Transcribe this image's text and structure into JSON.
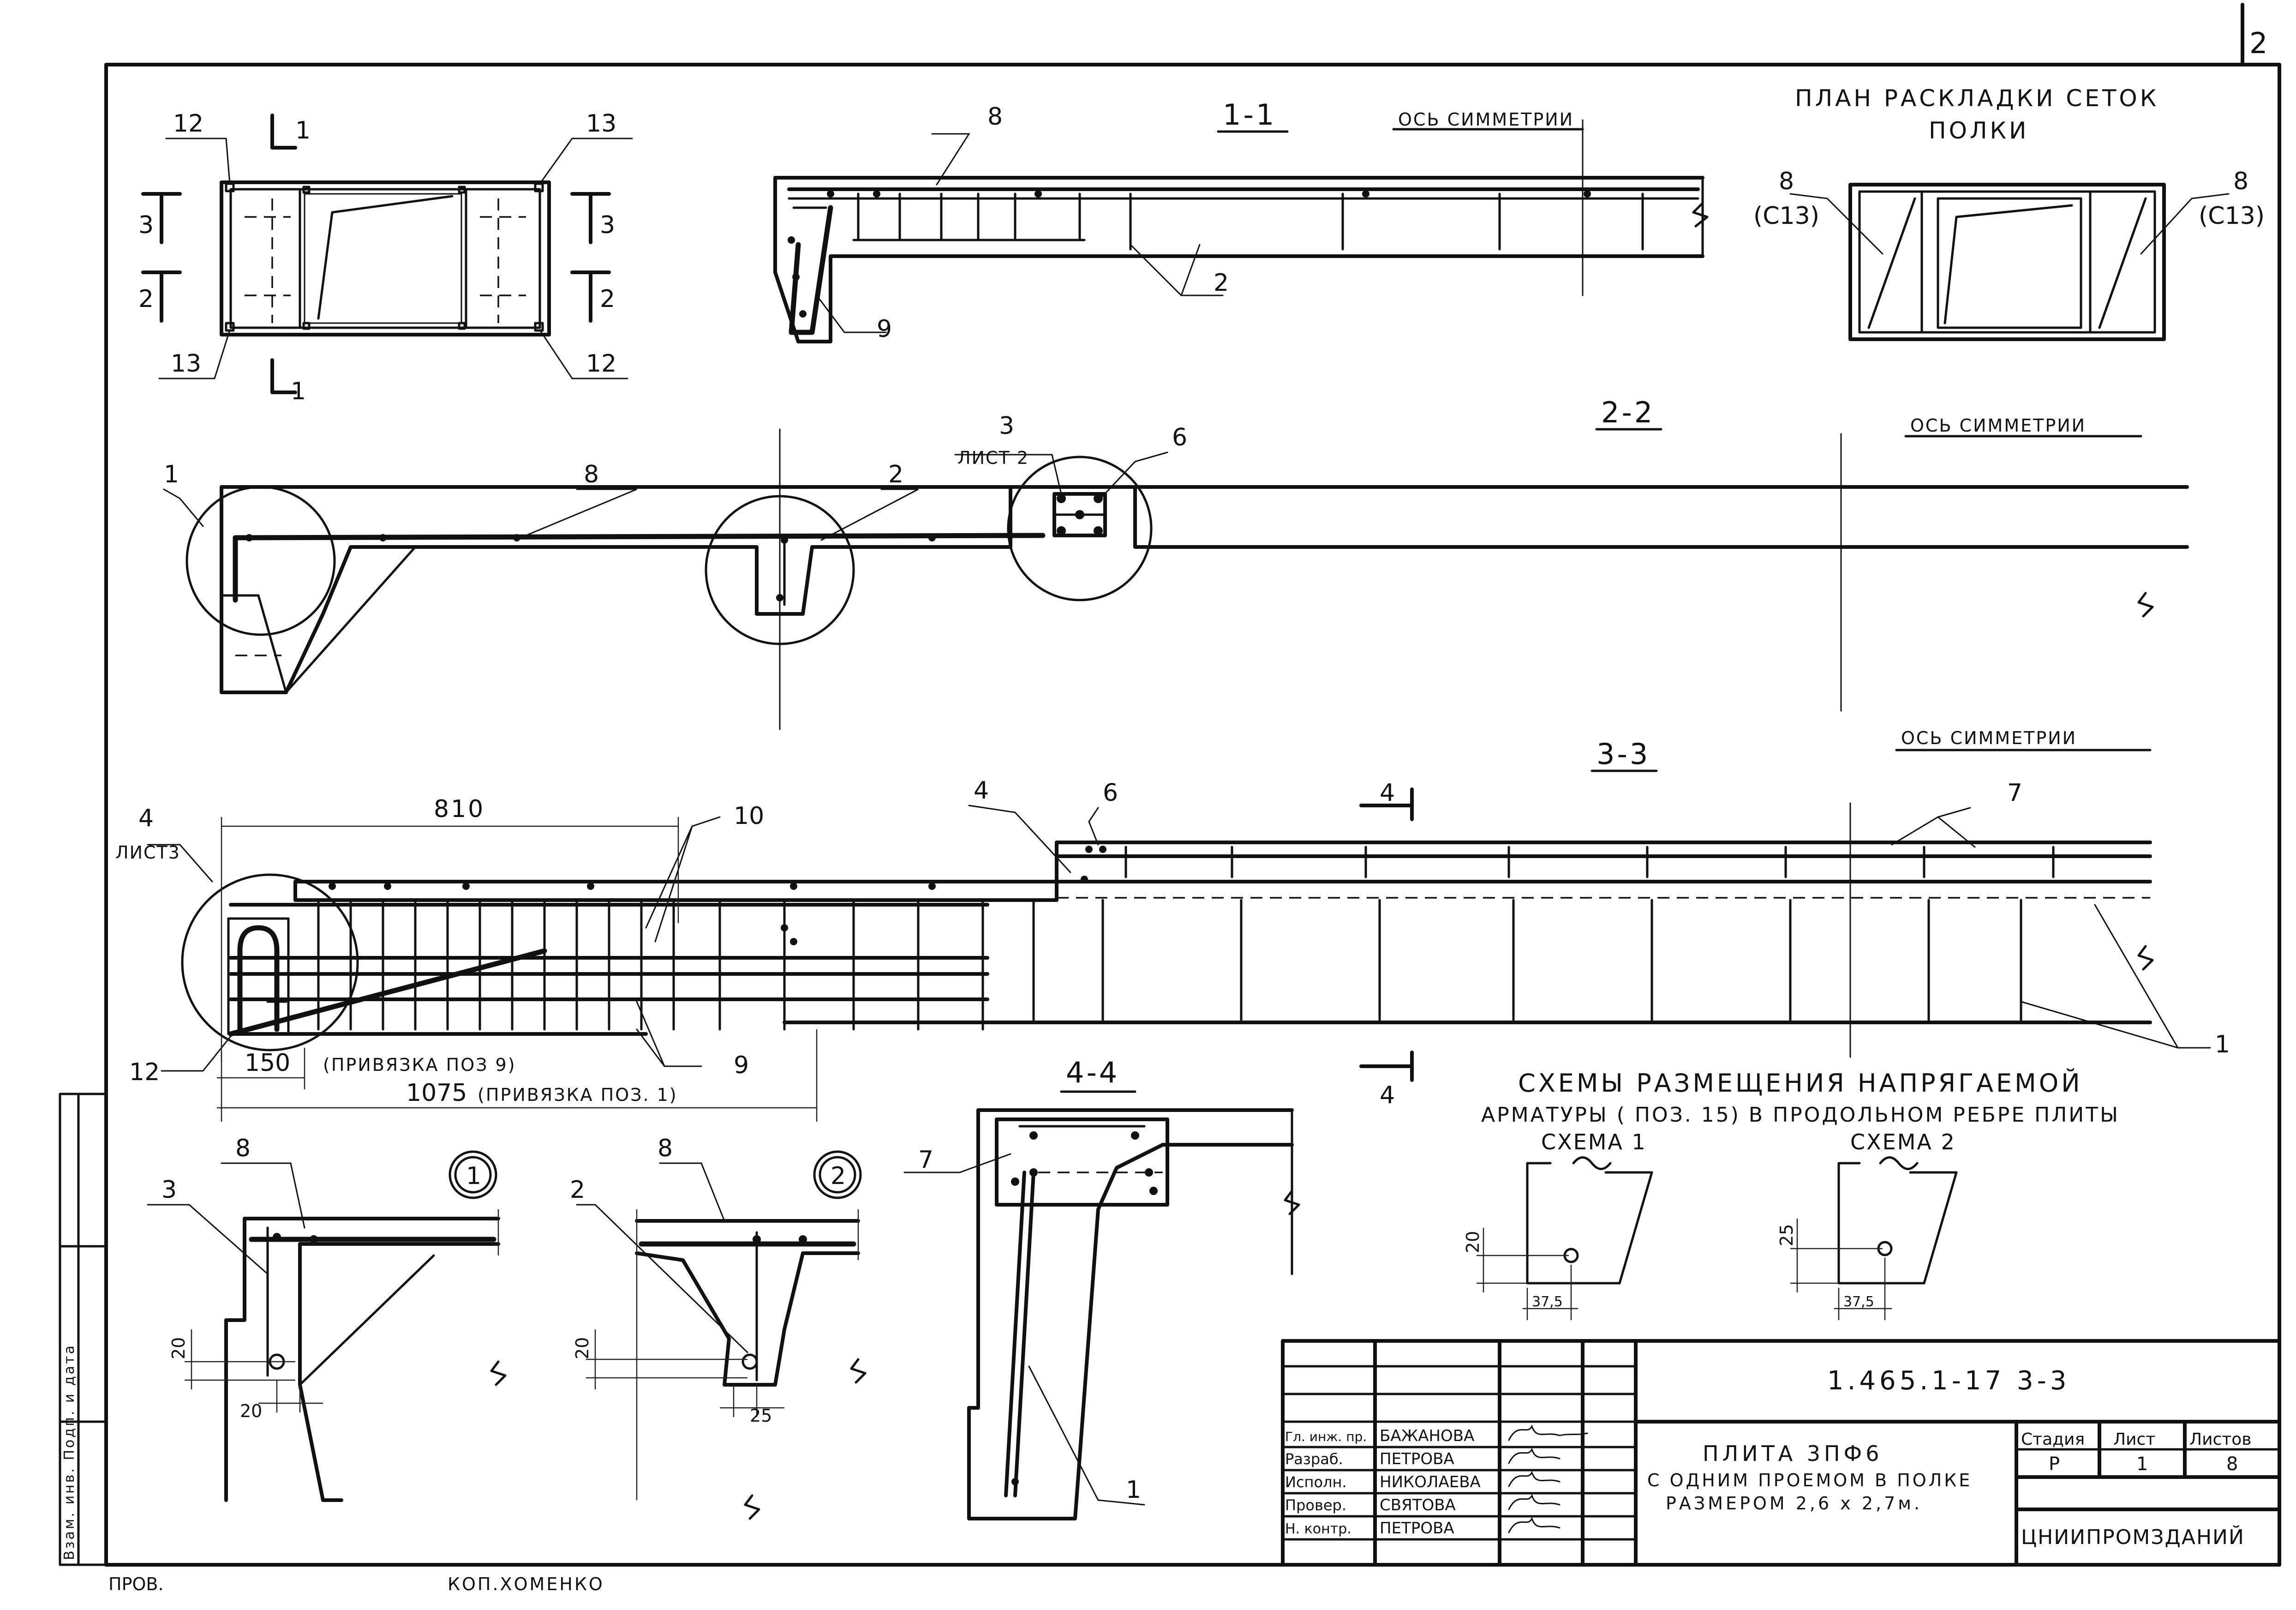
{
  "sheet": {
    "corner_number": "2",
    "left_footer": "ПРОВ.",
    "copy_note": "КОП.ХОМЕНКО",
    "binding_strip": "Взам. инв. Подп. и дата"
  },
  "views": {
    "layout_plan": {
      "labels": [
        "12",
        "13",
        "13",
        "12",
        "1",
        "1",
        "3",
        "3",
        "2",
        "2"
      ]
    },
    "section_1_1": {
      "title": "1-1",
      "axis_note": "ОСЬ СИММЕТРИИ",
      "callouts": [
        "8",
        "2",
        "9"
      ]
    },
    "mesh_plan": {
      "title_line1": "ПЛАН РАСКЛАДКИ СЕТОК",
      "title_line2": "ПОЛКИ",
      "left_label": "8",
      "left_sub": "(С13)",
      "right_label": "8",
      "right_sub": "(С13)"
    },
    "section_2_2": {
      "title": "2-2",
      "axis_note": "ОСЬ СИММЕТРИИ",
      "callouts": [
        "1",
        "8",
        "2",
        "6"
      ],
      "ref_number": "3",
      "ref_sheet": "ЛИСТ 2"
    },
    "section_3_3": {
      "title": "3-3",
      "axis_note": "ОСЬ СИММЕТРИИ",
      "ref_number": "4",
      "ref_sheet": "ЛИСТ3",
      "callouts": [
        "4",
        "6",
        "7",
        "10",
        "9",
        "12",
        "1"
      ],
      "cut_mark": "4",
      "dims": {
        "top": "810",
        "binding_9": "150",
        "binding_9_text": "(ПРИВЯЗКА ПОЗ 9)",
        "binding_1": "1075",
        "binding_1_text": "(ПРИВЯЗКА ПОЗ. 1)"
      }
    },
    "detail_1": {
      "marker": "1",
      "callouts": [
        "8",
        "3"
      ],
      "dims": [
        "20",
        "20"
      ]
    },
    "detail_2": {
      "marker": "2",
      "callouts": [
        "8",
        "2"
      ],
      "dims": [
        "20",
        "25"
      ]
    },
    "section_4_4": {
      "title": "4-4",
      "callouts": [
        "7",
        "1"
      ]
    },
    "tendon_schemes": {
      "title_line1": "СХЕМЫ РАЗМЕЩЕНИЯ НАПРЯГАЕМОЙ",
      "title_line2": "АРМАТУРЫ ( ПОЗ. 15) В ПРОДОЛЬНОМ РЕБРЕ ПЛИТЫ",
      "scheme_1": {
        "label": "СХЕМА 1",
        "dim_v": "20",
        "dim_h": "37,5"
      },
      "scheme_2": {
        "label": "СХЕМА 2",
        "dim_v": "25",
        "dim_h": "37,5"
      }
    }
  },
  "title_block": {
    "code": "1.465.1-17 3-3",
    "name_line1": "ПЛИТА 3ПФ6",
    "name_line2": "С ОДНИМ ПРОЕМОМ В ПОЛКЕ",
    "name_line3": "РАЗМЕРОМ 2,6 х 2,7м.",
    "stage_header": "Стадия",
    "sheet_header": "Лист",
    "sheets_header": "Листов",
    "stage": "Р",
    "sheet": "1",
    "sheets": "8",
    "organization": "ЦНИИПРОМЗДАНИЙ",
    "roles": [
      {
        "role": "Гл. инж. пр.",
        "name": "БАЖАНОВА"
      },
      {
        "role": "Разраб.",
        "name": "ПЕТРОВА"
      },
      {
        "role": "Исполн.",
        "name": "НИКОЛАЕВА"
      },
      {
        "role": "Провер.",
        "name": "СВЯТОВА"
      },
      {
        "role": "Н. контр.",
        "name": "ПЕТРОВА"
      }
    ]
  },
  "colors": {
    "ink": "#111111",
    "paper": "#ffffff"
  }
}
